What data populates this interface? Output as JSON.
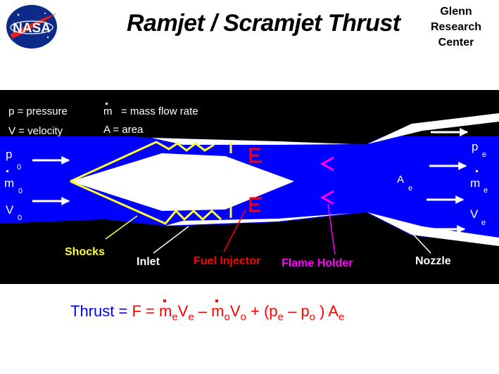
{
  "header": {
    "logo_text": "NASA",
    "title": "Ramjet / Scramjet  Thrust",
    "center_lines": [
      "Glenn",
      "Research",
      "Center"
    ]
  },
  "legend": {
    "pressure": "p  =  pressure",
    "mass_flow_symbol": "m",
    "mass_flow": "= mass flow rate",
    "velocity": "V  =  velocity",
    "area": "A = area"
  },
  "free_stream": {
    "p": "p",
    "p_sub": "0",
    "m": "m",
    "m_sub": "0",
    "v": "V",
    "v_sub": "0"
  },
  "exit": {
    "a": "A",
    "a_sub": "e",
    "p": "p",
    "p_sub": "e",
    "m": "m",
    "m_sub": "e",
    "v": "V",
    "v_sub": "e"
  },
  "labels": {
    "shocks": "Shocks",
    "inlet": "Inlet",
    "fuel_injector": "Fuel Injector",
    "flame_holder": "Flame Holder",
    "nozzle": "Nozzle"
  },
  "equation": {
    "lhs": "Thrust =",
    "f": "F  =",
    "m1": "m",
    "sub_e1": "e",
    "v1": "V",
    "sub_e2": "e",
    "minus1": "–",
    "m2": "m",
    "sub_o1": "o",
    "v2": "V",
    "sub_o2": "o",
    "plus": "+  (p",
    "sub_e3": "e",
    "minus2": "– p",
    "sub_o3": "o",
    "close": ") A",
    "sub_e4": "e"
  },
  "colors": {
    "flow": "#0000ff",
    "engine": "#000000",
    "shock": "#ffff33",
    "fuel": "#ff0000",
    "flame_holder": "#ff00ff",
    "text_on_dark": "#ffffff"
  }
}
